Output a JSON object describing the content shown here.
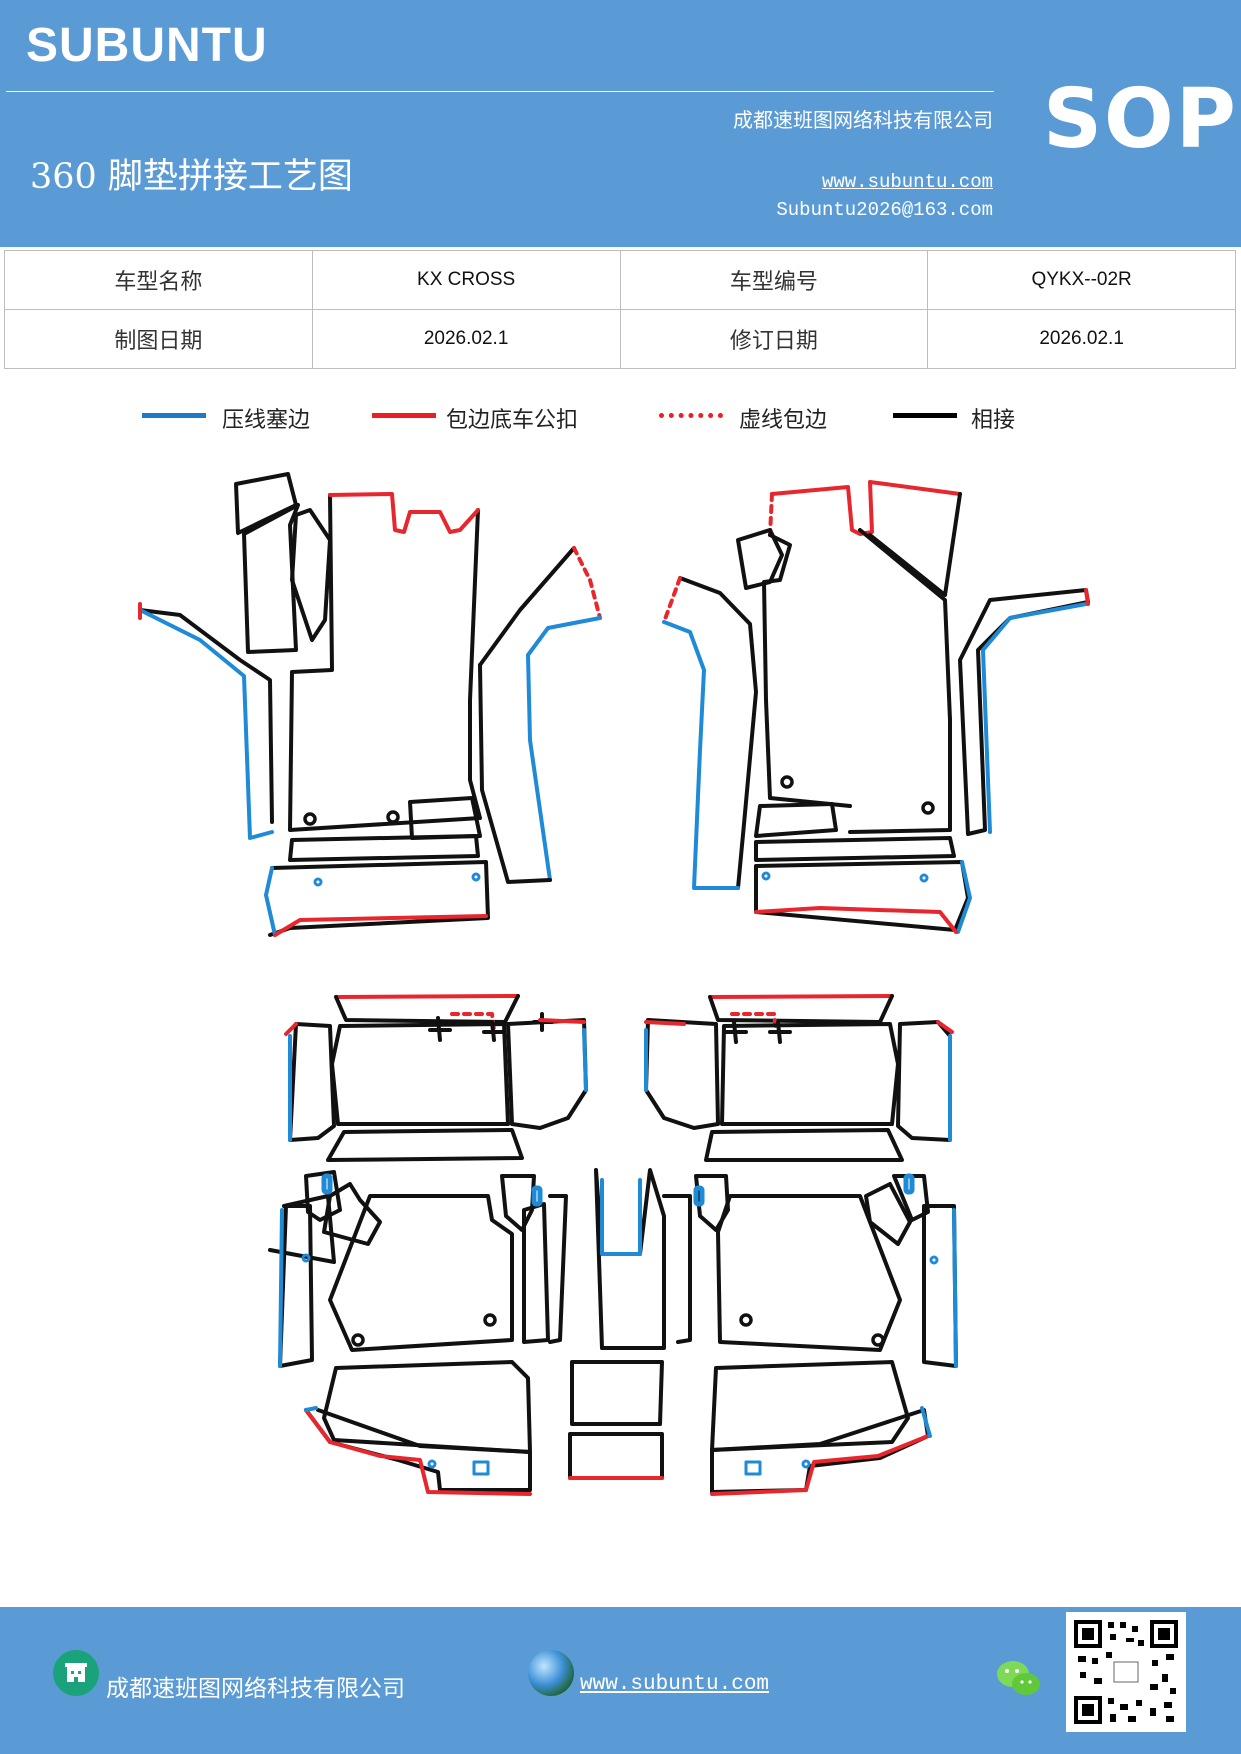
{
  "header": {
    "brand": "SUBUNTU",
    "company": "成都速班图网络科技有限公司",
    "title": "360 脚垫拼接工艺图",
    "website": "www.subuntu.com",
    "email": "Subuntu2026@163.com",
    "badge": "SOP"
  },
  "info": {
    "row1": [
      "车型名称",
      "KX CROSS",
      "车型编号",
      "QYKX--02R"
    ],
    "row2": [
      "制图日期",
      "2026.02.1",
      "修订日期",
      "2026.02.1"
    ]
  },
  "legend": [
    {
      "label": "压线塞边",
      "color": "#1f78c8",
      "style": "solid"
    },
    {
      "label": "包边底车公扣",
      "color": "#ee1c25",
      "style": "solid"
    },
    {
      "label": "虚线包边",
      "color": "#ee1c25",
      "style": "dotted"
    },
    {
      "label": "相接",
      "color": "#000000",
      "style": "solid"
    }
  ],
  "colors": {
    "header_bg": "#5b9bd5",
    "blue": "#1f8ad6",
    "red": "#e8262d",
    "black": "#111111"
  },
  "footer": {
    "company": "成都速班图网络科技有限公司",
    "website": "www.subuntu.com ",
    "icons": [
      "building-icon",
      "globe-icon",
      "wechat-icon",
      "qr-code"
    ]
  }
}
